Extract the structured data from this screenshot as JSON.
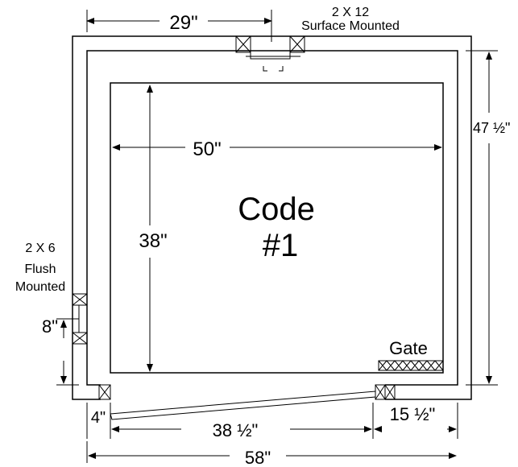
{
  "diagram": {
    "title_line1": "Code",
    "title_line2": "#1",
    "top_beam": {
      "size": "2 X 12",
      "mount": "Surface Mounted"
    },
    "left_beam": {
      "size": "2 X 6",
      "mount_line1": "Flush",
      "mount_line2": "Mounted"
    },
    "gate_label": "Gate",
    "dimensions": {
      "top_offset": "29\"",
      "inner_width": "50\"",
      "inner_height": "38\"",
      "outer_height": "47 ½\"",
      "left_gap": "8\"",
      "gate_left": "4\"",
      "gate_width": "38 ½\"",
      "gate_right": "15 ½\"",
      "overall_width": "58\""
    }
  }
}
